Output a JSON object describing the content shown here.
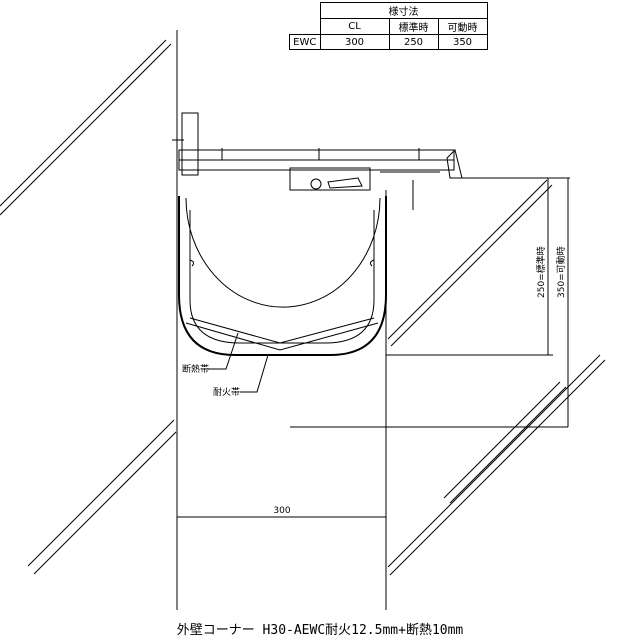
{
  "dimension_table": {
    "title": "様寸法",
    "headers": [
      "CL",
      "標準時",
      "可動時"
    ],
    "row_label": "EWC",
    "values": [
      "300",
      "250",
      "350"
    ]
  },
  "labels": {
    "insulation_band": "断熱帯",
    "fire_band": "耐火帯"
  },
  "dimensions": {
    "width": "300",
    "standard": "250=標準時",
    "movable": "350=可動時"
  },
  "caption": "外壁コーナー H30-AEWC耐火12.5mm+断熱10mm"
}
